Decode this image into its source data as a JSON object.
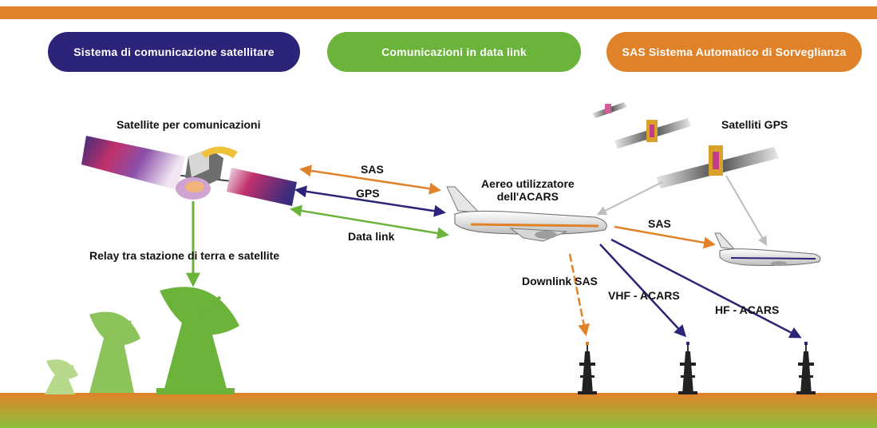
{
  "colors": {
    "orange": "#E0822A",
    "navy": "#2B2478",
    "green": "#6BB33A",
    "gray": "#BDBDBD",
    "ground_top": "#E0822A",
    "ground_bottom": "#8DBF3A"
  },
  "legend": {
    "satcom": "Sistema di comunicazione satellitare",
    "datalink": "Comunicazioni in data link",
    "sas": "SAS Sistema Automatico di Sorveglianza"
  },
  "labels": {
    "satellite": "Satellite per comunicazioni",
    "gps_satellites": "Satelliti GPS",
    "aircraft": "Aereo utilizzatore\ndell'ACARS",
    "relay": "Relay tra stazione di terra e satellite",
    "link_sas": "SAS",
    "link_gps": "GPS",
    "link_datalink": "Data link",
    "link_sas_aircraft": "SAS",
    "downlink_sas": "Downlink SAS",
    "vhf": "VHF - ACARS",
    "hf": "HF - ACARS"
  },
  "icons": {
    "satellite": "communication-satellite-icon",
    "gps_satellite": "gps-satellite-icon",
    "aircraft": "airliner-icon",
    "antenna": "ground-antenna-icon",
    "dish": "satellite-dish-icon"
  }
}
